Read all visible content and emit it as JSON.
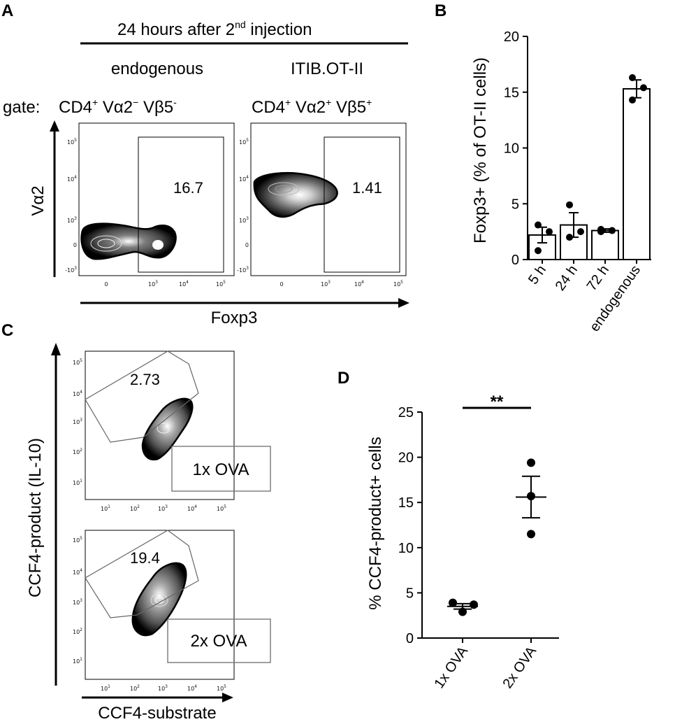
{
  "panel_labels": {
    "a": "A",
    "b": "B",
    "c": "C",
    "d": "D"
  },
  "panel_a": {
    "header": "24 hours after 2",
    "header_sup": "nd",
    "header_tail": " injection",
    "col_left": "endogenous",
    "col_right": "ITIB.OT-II",
    "gate_prefix": "gate:",
    "gate_left": {
      "cd4": "CD4",
      "sup1": "+",
      "va": " Vα2",
      "sup2": "−",
      "vb": " Vβ5",
      "sup3": "-"
    },
    "gate_right": {
      "cd4": "CD4",
      "sup1": "+",
      "va": " Vα2",
      "sup2": "+",
      "vb": " Vβ5",
      "sup3": "+"
    },
    "y_axis_label": "Vα2",
    "x_axis_label": "Foxp3",
    "gate_values": [
      "16.7",
      "1.41"
    ],
    "y_ticks": [
      {
        "base": "10",
        "exp": "5"
      },
      {
        "base": "10",
        "exp": "4"
      },
      {
        "base": "10",
        "exp": "3"
      },
      {
        "base": "0",
        "exp": ""
      },
      {
        "base": "-10",
        "exp": "3"
      }
    ],
    "x_ticks": [
      {
        "base": "0",
        "exp": ""
      },
      {
        "base": "10",
        "exp": "3"
      },
      {
        "base": "10",
        "exp": "4"
      },
      {
        "base": "10",
        "exp": "5"
      }
    ]
  },
  "panel_c": {
    "y_axis_label": "CCF4-product (IL-10)",
    "x_axis_label": "CCF4-substrate",
    "gate_values": [
      "2.73",
      "19.4"
    ],
    "conditions": [
      "1x OVA",
      "2x OVA"
    ],
    "y_ticks": [
      {
        "base": "10",
        "exp": "5"
      },
      {
        "base": "10",
        "exp": "4"
      },
      {
        "base": "10",
        "exp": "3"
      },
      {
        "base": "10",
        "exp": "2"
      },
      {
        "base": "10",
        "exp": "1"
      }
    ],
    "x_ticks": [
      {
        "base": "10",
        "exp": "1"
      },
      {
        "base": "10",
        "exp": "2"
      },
      {
        "base": "10",
        "exp": "3"
      },
      {
        "base": "10",
        "exp": "4"
      },
      {
        "base": "10",
        "exp": "5"
      }
    ]
  },
  "colors": {
    "ink": "#000000",
    "contour_gray": "#8a8a8a",
    "box_gray": "#808080"
  },
  "chart_data": [
    {
      "type": "bar",
      "panel": "B",
      "ylabel": "Foxp3+ (% of OT-II cells)",
      "xlabel": "",
      "categories": [
        "5 h",
        "24 h",
        "72 h",
        "endogenous"
      ],
      "values": [
        2.2,
        3.1,
        2.6,
        15.3
      ],
      "sem": [
        0.7,
        1.1,
        0.15,
        0.8
      ],
      "points": [
        [
          3.1,
          2.5,
          0.8
        ],
        [
          4.9,
          2.5,
          2.0
        ],
        [
          2.7,
          2.6,
          2.5
        ],
        [
          16.3,
          15.4,
          14.3
        ]
      ],
      "ylim": [
        0,
        20
      ],
      "yticks": [
        0,
        5,
        10,
        15,
        20
      ],
      "grid": false
    },
    {
      "type": "scatter",
      "panel": "D",
      "ylabel": "% CCF4-product+ cells",
      "xlabel": "",
      "categories": [
        "1x OVA",
        "2x OVA"
      ],
      "points": [
        [
          3.9,
          3.7,
          2.9
        ],
        [
          19.4,
          15.7,
          11.5
        ]
      ],
      "mean": [
        3.5,
        15.6
      ],
      "sem": [
        0.3,
        2.3
      ],
      "ylim": [
        0,
        25
      ],
      "yticks": [
        0,
        5,
        10,
        15,
        20,
        25
      ],
      "significance": "**",
      "grid": false
    }
  ]
}
